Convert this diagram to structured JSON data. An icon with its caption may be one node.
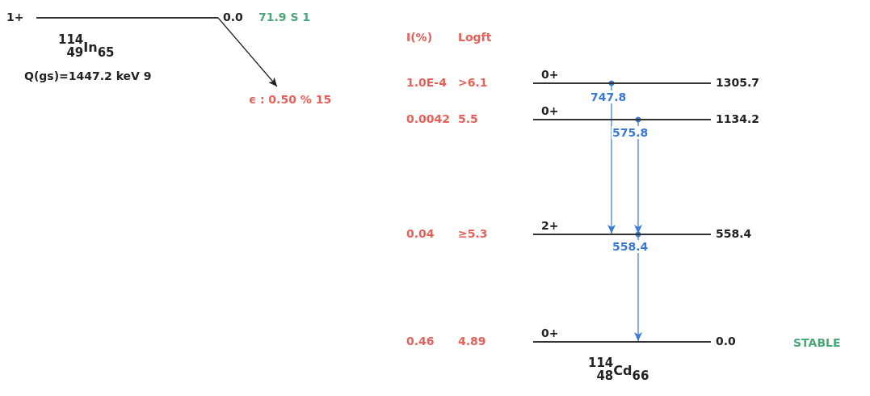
{
  "diagram": {
    "nodes": [
      {
        "text": [],
        "shape": "bar",
        "beside": [
          "1+",
          "0.0",
          "71.9 S 1"
        ]
      },
      {
        "text": [
          "ϵ : 0.50 % 15"
        ]
      },
      {
        "text": [],
        "shape": "bar",
        "beside": [
          "1.0E-4",
          ">6.1",
          "0+",
          "1305.7"
        ]
      },
      {
        "text": [],
        "shape": "bar",
        "beside": [
          "0.0042",
          "5.5",
          "0+",
          "1134.2"
        ]
      },
      {
        "text": [],
        "shape": "bar",
        "beside": [
          "0.04",
          "≥5.3",
          "2+",
          "558.4"
        ]
      },
      {
        "text": [],
        "shape": "bar",
        "beside": [
          "0.46",
          "4.89",
          "0+",
          "0.0"
        ]
      }
    ],
    "edges": [
      {
        "from": 0,
        "to": 1,
        "arrow": "to",
        "color": "#222222"
      },
      {
        "from": 2,
        "to": 4,
        "arrow": "to",
        "label": "747.8",
        "color": "#3a78d8"
      },
      {
        "from": 3,
        "to": 4,
        "arrow": "to",
        "label": "575.8",
        "color": "#3a78d8"
      },
      {
        "from": 4,
        "to": 5,
        "arrow": "to",
        "label": "558.4",
        "color": "#3a78d8"
      }
    ],
    "labels": [
      "$^{114}$$_{49}$In$_{65}$",
      "Q(gs)=1447.2 keV 9",
      "I(%)",
      "Logft",
      "STABLE",
      "$^{114}$$_{48}$Cd$_{66}$"
    ]
  }
}
